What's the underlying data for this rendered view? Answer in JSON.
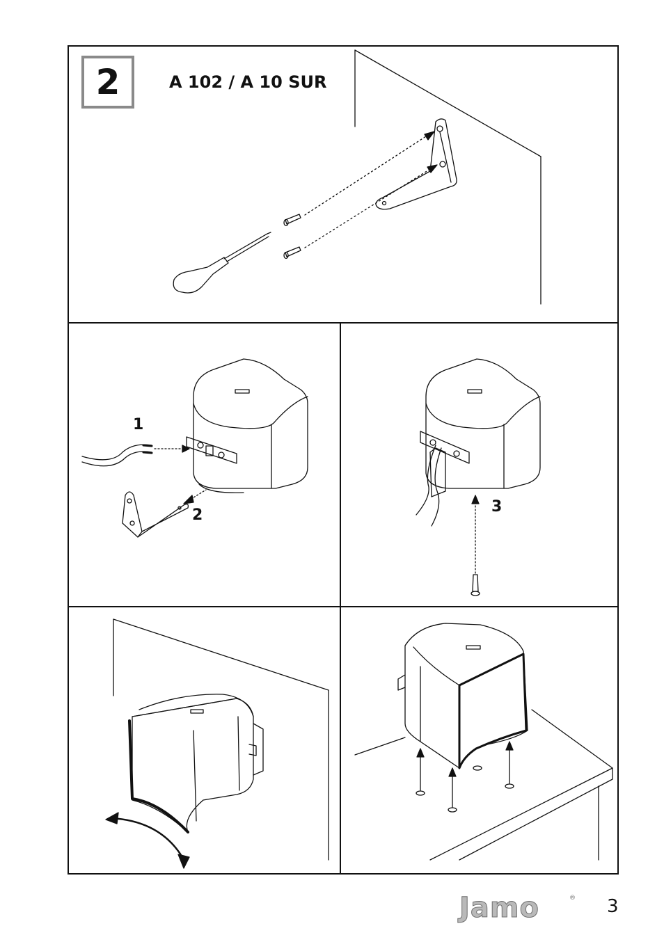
{
  "step": {
    "number": "2",
    "model": "A 102 / A 10 SUR"
  },
  "callouts": {
    "wire": "1",
    "bracket": "2",
    "screw": "3"
  },
  "footer": {
    "brand": "Jamo",
    "registered_mark": "®",
    "page_number": "3"
  },
  "colors": {
    "line": "#111111",
    "step_box_border": "#8a8a8a",
    "brand_fill": "#b9b9b9"
  },
  "icons": [
    "screwdriver-icon",
    "screw-icon",
    "wall-bracket-icon",
    "speaker-icon",
    "arrow-icon"
  ]
}
